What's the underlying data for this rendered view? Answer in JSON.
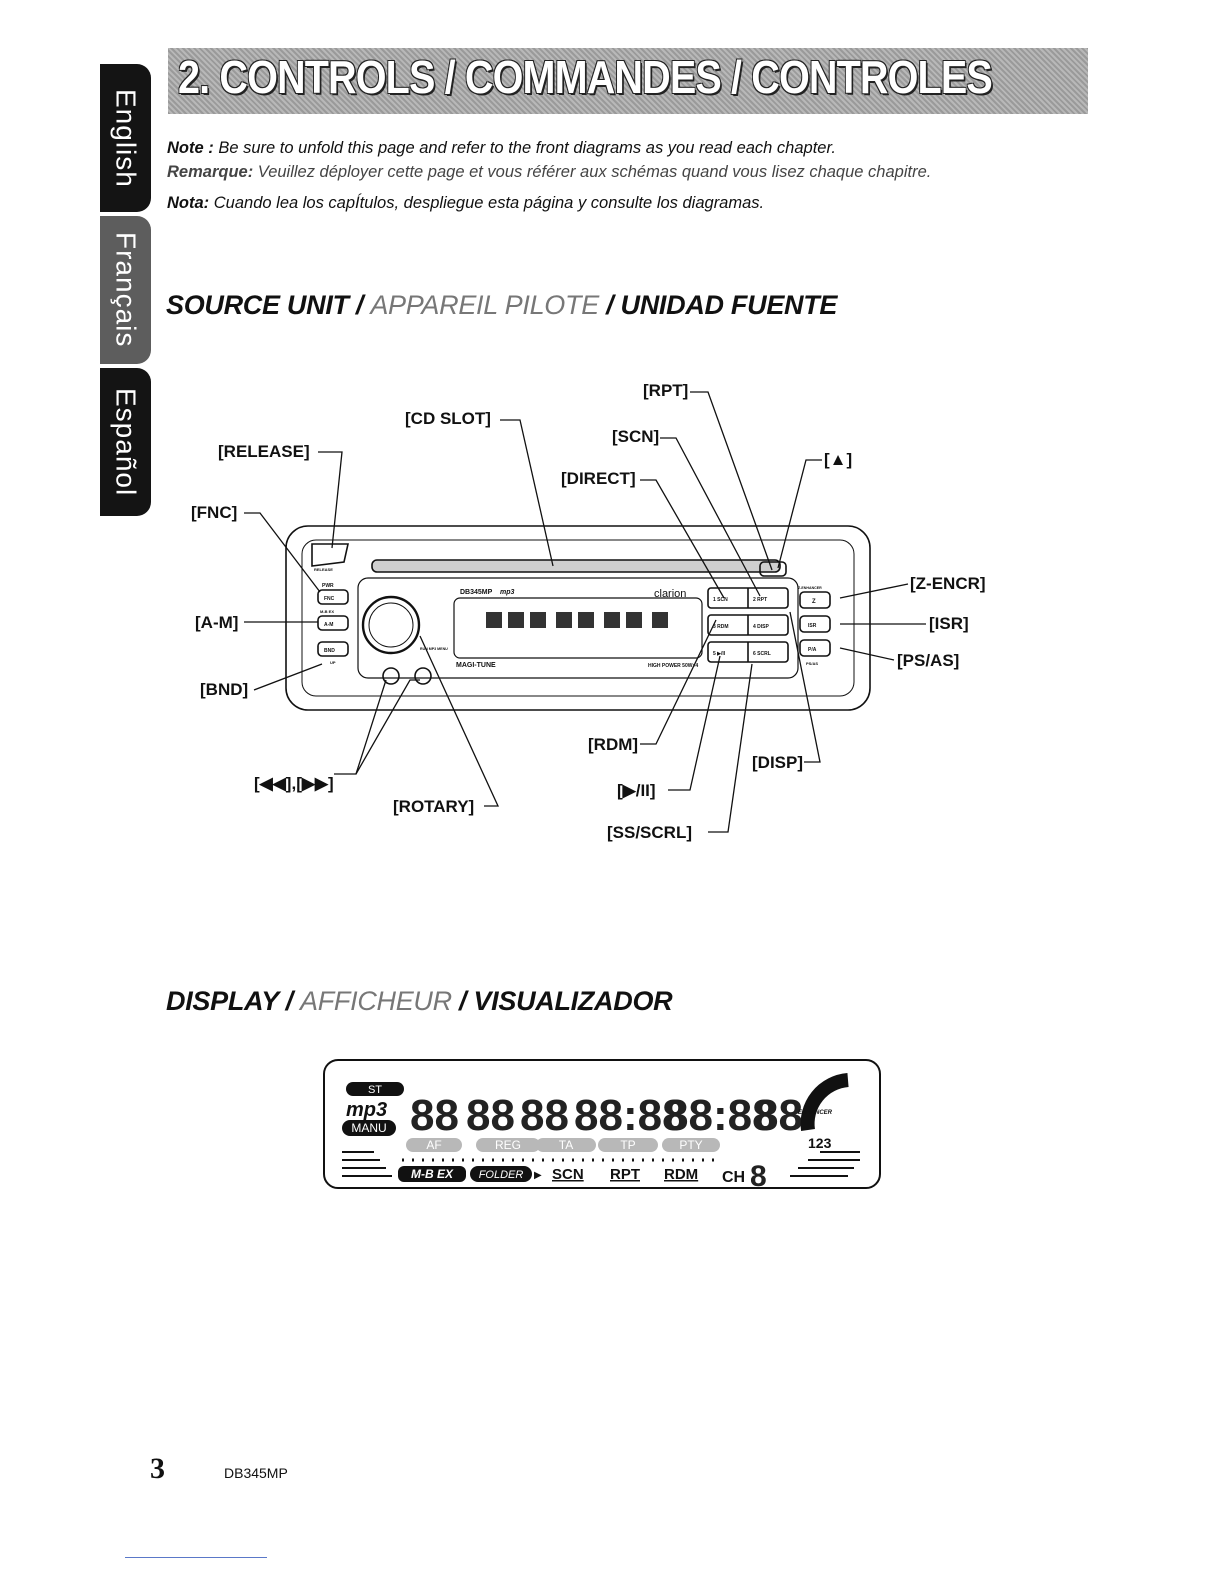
{
  "tabs": {
    "english": "English",
    "francais": "Français",
    "espanol": "Español"
  },
  "title": "2. CONTROLS / COMMANDES / CONTROLES",
  "notes": {
    "note_label": "Note :",
    "note_text": "Be sure to unfold this page and refer to the front diagrams as you read each chapter.",
    "remarque_label": "Remarque:",
    "remarque_text": "Veuillez déployer cette page et vous référer aux schémas quand vous lisez chaque chapitre.",
    "nota_label": "Nota:",
    "nota_text": "Cuando lea los capÍtulos, despliegue esta página y consulte los diagramas."
  },
  "source_unit": {
    "en": "SOURCE UNIT / ",
    "fr": "APPAREIL PILOTE",
    "es": " / UNIDAD FUENTE"
  },
  "display_heading": {
    "en": "DISPLAY / ",
    "fr": "AFFICHEUR",
    "es": " / VISUALIZADOR"
  },
  "callouts": {
    "rpt": "[RPT]",
    "cd_slot": "[CD SLOT]",
    "scn": "[SCN]",
    "release": "[RELEASE]",
    "direct": "[DIRECT]",
    "eject": "[▲]",
    "fnc": "[FNC]",
    "z_encr": "[Z-ENCR]",
    "a_m": "[A-M]",
    "isr": "[ISR]",
    "ps_as": "[PS/AS]",
    "bnd": "[BND]",
    "rdm": "[RDM]",
    "disp": "[DISP]",
    "skip": "[◀◀],[▶▶]",
    "rotary": "[ROTARY]",
    "play_pause": "[▶/II]",
    "ss_scrl": "[SS/SCRL]"
  },
  "unit": {
    "model": "DB345MP",
    "mp3": "mp3",
    "brand": "clarion",
    "magi_tune": "MAGI-TUNE",
    "high_power": "HIGH POWER 50W×4",
    "btn_release": "RELEASE",
    "btn_pwr": "PWR",
    "btn_fnc": "FNC",
    "btn_mbex": "M-B EX",
    "btn_am": "A-M",
    "btn_bnd": "BND",
    "btn_up": "UP",
    "btn_z": "Z",
    "btn_isr": "ISR",
    "btn_pa": "P/A",
    "label_psas": "PS/AS",
    "label_zenhancer": "Z-ENHANCER",
    "label_run_mp3_menu": "RUN MP3 MENU",
    "preset_buttons": [
      "1 SCN",
      "2 RPT",
      "3 RDM",
      "4 DISP",
      "5 ▶/II",
      "6 SCRL"
    ]
  },
  "display": {
    "st": "ST",
    "mp3": "mp3",
    "manu": "MANU",
    "segments": [
      "88",
      "88",
      "88",
      "88:88",
      "88:88",
      "88"
    ],
    "indicators": [
      "AF",
      "REG",
      "TA",
      "TP",
      "PTY"
    ],
    "m_b_ex": "M-B EX",
    "folder": "FOLDER",
    "scn": "SCN",
    "rpt": "RPT",
    "rdm": "RDM",
    "ch": "CH",
    "ch_digit": "8",
    "enhancer": "ENHANCER",
    "z_digits": "123"
  },
  "footer": {
    "page_number": "3",
    "model": "DB345MP"
  }
}
